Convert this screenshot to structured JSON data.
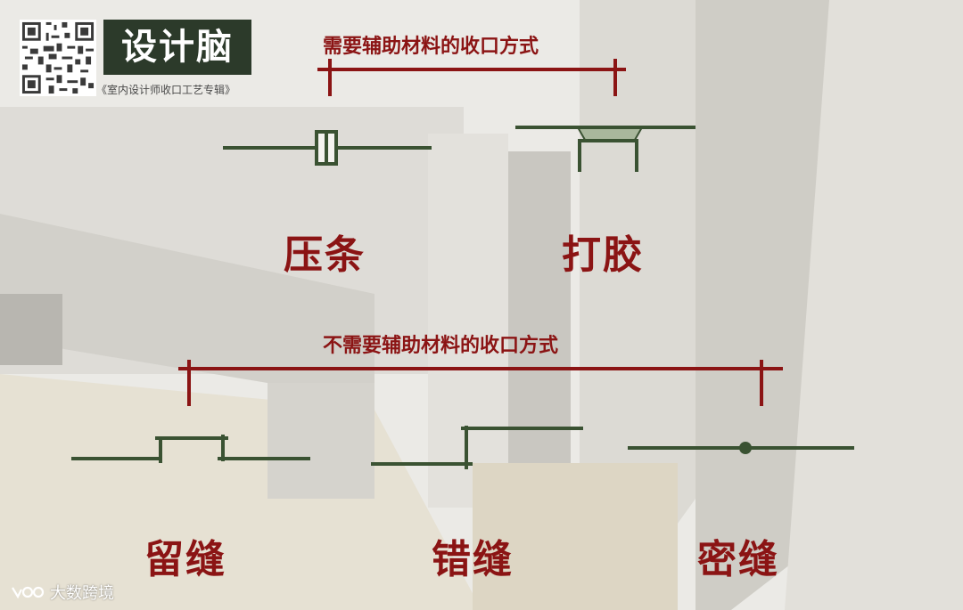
{
  "brand": {
    "name": "设计脑",
    "subtitle": "《室内设计师收口工艺专辑》"
  },
  "sections": {
    "with_material": {
      "title": "需要辅助材料的收口方式",
      "methods": [
        {
          "label": "压条",
          "icon": "trim-strip-joint-icon"
        },
        {
          "label": "打胶",
          "icon": "sealant-joint-icon"
        }
      ]
    },
    "without_material": {
      "title": "不需要辅助材料的收口方式",
      "methods": [
        {
          "label": "留缝",
          "icon": "reveal-gap-joint-icon"
        },
        {
          "label": "错缝",
          "icon": "offset-joint-icon"
        },
        {
          "label": "密缝",
          "icon": "butt-joint-icon"
        }
      ]
    }
  },
  "watermark": {
    "text": "大数跨境",
    "icon": "dashu-logo-icon"
  },
  "colors": {
    "accent_red": "#8b1414",
    "line_green": "#3a5232",
    "sealant_green": "#a9b79c",
    "brand_dark": "#2c3a2a"
  }
}
